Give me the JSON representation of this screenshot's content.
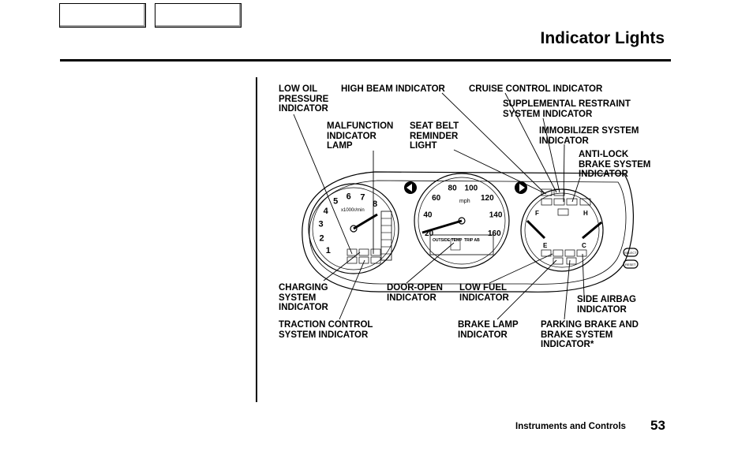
{
  "header": {
    "title": "Indicator Lights"
  },
  "labels": {
    "low_oil": "LOW OIL\nPRESSURE\nINDICATOR",
    "high_beam": "HIGH BEAM INDICATOR",
    "cruise": "CRUISE CONTROL INDICATOR",
    "srs": "SUPPLEMENTAL RESTRAINT\nSYSTEM INDICATOR",
    "malfunction": "MALFUNCTION\nINDICATOR\nLAMP",
    "seat_belt": "SEAT BELT\nREMINDER\nLIGHT",
    "immobilizer": "IMMOBILIZER SYSTEM\nINDICATOR",
    "abs": "ANTI-LOCK\nBRAKE SYSTEM\nINDICATOR",
    "charging": "CHARGING\nSYSTEM\nINDICATOR",
    "door_open": "DOOR-OPEN\nINDICATOR",
    "low_fuel": "LOW FUEL\nINDICATOR",
    "side_airbag": "SIDE AIRBAG\nINDICATOR",
    "traction": "TRACTION CONTROL\nSYSTEM INDICATOR",
    "brake_lamp": "BRAKE LAMP\nINDICATOR",
    "parking_brake": "PARKING BRAKE AND\nBRAKE SYSTEM\nINDICATOR*"
  },
  "gauges": {
    "tach_numbers": [
      "1",
      "2",
      "3",
      "4",
      "5",
      "6",
      "7",
      "8"
    ],
    "tach_unit": "x1000r/min",
    "speed_numbers": [
      "20",
      "40",
      "60",
      "80",
      "100",
      "120",
      "140",
      "160"
    ],
    "speed_unit": "mph",
    "fuel_marks": [
      "F",
      "E"
    ],
    "temp_marks": [
      "H",
      "C"
    ],
    "display_labels": [
      "OUTSIDE TEMP",
      "TRIP AB"
    ],
    "right_buttons": [
      "SELECT",
      "RESET"
    ]
  },
  "footer": {
    "section": "Instruments and Controls",
    "page_number": "53"
  }
}
